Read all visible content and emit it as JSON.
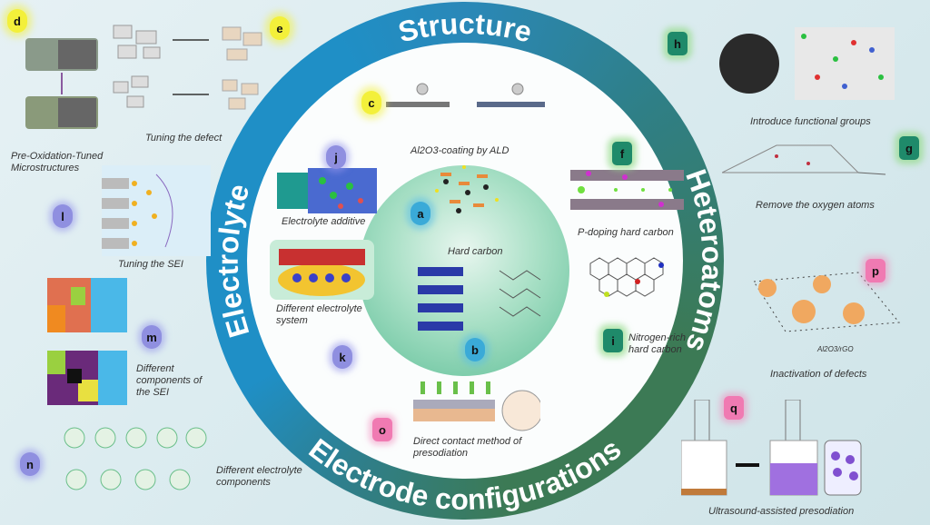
{
  "ring": {
    "structure": "Structure",
    "electrolyte": "Electrolyte",
    "heteroatoms": "Heteroatoms",
    "electrode_configurations": "Electrode configurations"
  },
  "colors": {
    "ring_blue": "#1f8fc6",
    "ring_green": "#3c7a55",
    "core": "#7fcfae"
  },
  "badges": {
    "a": "a",
    "b": "b",
    "c": "c",
    "d": "d",
    "e": "e",
    "f": "f",
    "g": "g",
    "h": "h",
    "i": "i",
    "j": "j",
    "k": "k",
    "l": "l",
    "m": "m",
    "n": "n",
    "o": "o",
    "p": "p",
    "q": "q"
  },
  "captions": {
    "hard_carbon": "Hard carbon",
    "al2o3": "Al2O3-coating by ALD",
    "pre_oxidation_1": "Pre-Oxidation-Tuned",
    "pre_oxidation_2": "Microstructures",
    "tuning_defect": "Tuning the defect",
    "tuning_sei": "Tuning the SEI",
    "electrolyte_additive": "Electrolyte additive",
    "diff_electrolyte_1": "Different electrolyte",
    "diff_electrolyte_2": "system",
    "diff_components_sei_1": "Different",
    "diff_components_sei_2": "components of",
    "diff_components_sei_3": "the SEI",
    "diff_electrolyte_comp_1": "Different electrolyte",
    "diff_electrolyte_comp_2": "components",
    "introduce_groups": "Introduce functional groups",
    "remove_oxygen": "Remove the oxygen atoms",
    "p_doping": "P-doping hard carbon",
    "nitrogen_1": "Nitrogen-rich",
    "nitrogen_2": "hard carbon",
    "inactivation": "Inactivation of defects",
    "direct_contact_1": "Direct contact method of",
    "direct_contact_2": "presodiation",
    "ultrasound": "Ultrasound-assisted presodiation",
    "al2o3_rgo": "Al2O3/rGO"
  }
}
